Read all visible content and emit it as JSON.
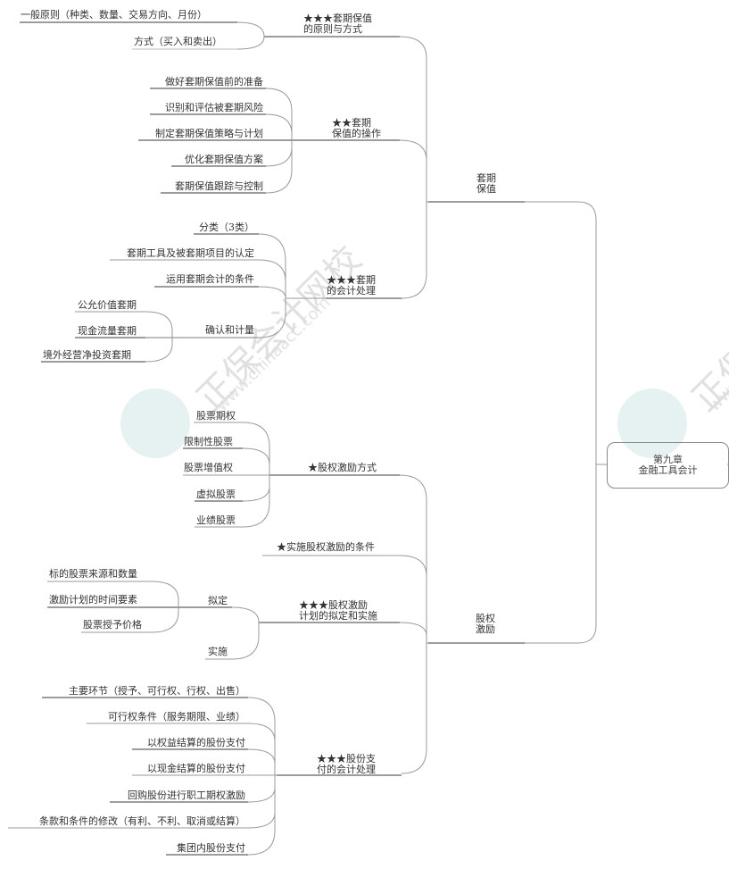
{
  "root": {
    "line1": "第九章",
    "line2": "金融工具会计"
  },
  "watermark": {
    "text": "正保会计网校",
    "url": "www.chinaacc.com",
    "colors": {
      "text": "#d9d9d9",
      "logo_bg": "#e3f1f0"
    }
  },
  "branches": [
    {
      "label_line1": "套期",
      "label_line2": "保值",
      "children": [
        {
          "label_line1": "★★★套期保值",
          "label_line2": "的原则与方式",
          "items": [
            "一般原则（种类、数量、交易方向、月份）",
            "方式（买入和卖出）"
          ]
        },
        {
          "label_line1": "★★套期",
          "label_line2": "保值的操作",
          "items": [
            "做好套期保值前的准备",
            "识别和评估被套期风险",
            "制定套期保值策略与计划",
            "优化套期保值方案",
            "套期保值跟踪与控制"
          ]
        },
        {
          "label_line1": "★★★套期",
          "label_line2": "的会计处理",
          "items": [
            "分类（3类）",
            "套期工具及被套期项目的认定",
            "运用套期会计的条件",
            "确认和计量"
          ],
          "sub_items": [
            "公允价值套期",
            "现金流量套期",
            "境外经营净投资套期"
          ]
        }
      ]
    },
    {
      "label_line1": "股权",
      "label_line2": "激励",
      "children": [
        {
          "label_line1": "★股权激励方式",
          "items": [
            "股票期权",
            "限制性股票",
            "股票增值权",
            "虚拟股票",
            "业绩股票"
          ]
        },
        {
          "label_line1": "★实施股权激励的条件"
        },
        {
          "label_line1": "★★★股权激励",
          "label_line2": "计划的拟定和实施",
          "items": [
            "拟定",
            "实施"
          ],
          "sub_items": [
            "标的股票来源和数量",
            "激励计划的时间要素",
            "股票授予价格"
          ]
        },
        {
          "label_line1": "★★★股份支",
          "label_line2": "付的会计处理",
          "items": [
            "主要环节（授予、可行权、行权、出售）",
            "可行权条件（服务期限、业绩）",
            "以权益结算的股份支付",
            "以现金结算的股份支付",
            "回购股份进行职工期权激励",
            "条款和条件的修改（有利、不利、取消或结算）",
            "集团内股份支付"
          ]
        }
      ]
    }
  ],
  "colors": {
    "line": "#9a9a9a",
    "line_dark": "#7d7d7d",
    "text": "#333333",
    "border": "#8a8a8a"
  }
}
